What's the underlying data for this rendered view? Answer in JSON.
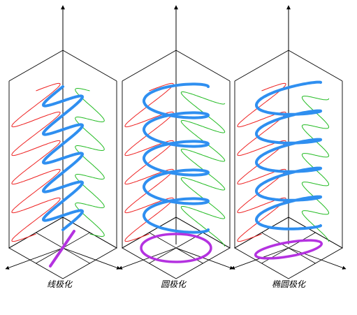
{
  "figure": {
    "panels": [
      {
        "type": "linear",
        "caption": "线极化"
      },
      {
        "type": "circular",
        "caption": "圆极化"
      },
      {
        "type": "elliptical",
        "caption": "椭圆极化"
      }
    ]
  },
  "colors": {
    "box": "#000000",
    "red_component": "#ee2222",
    "green_component": "#22bb22",
    "resultant": "#2f8ff0",
    "projection": "#b432e0",
    "axis": "#000000"
  }
}
